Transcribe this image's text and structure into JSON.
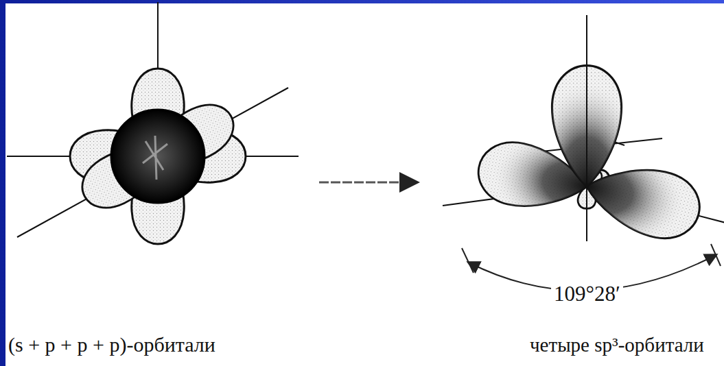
{
  "diagram": {
    "labels": [
      "(s + p + p + p)-орбитали",
      "109°28′",
      "четыре sp³-орбитали"
    ]
  }
}
